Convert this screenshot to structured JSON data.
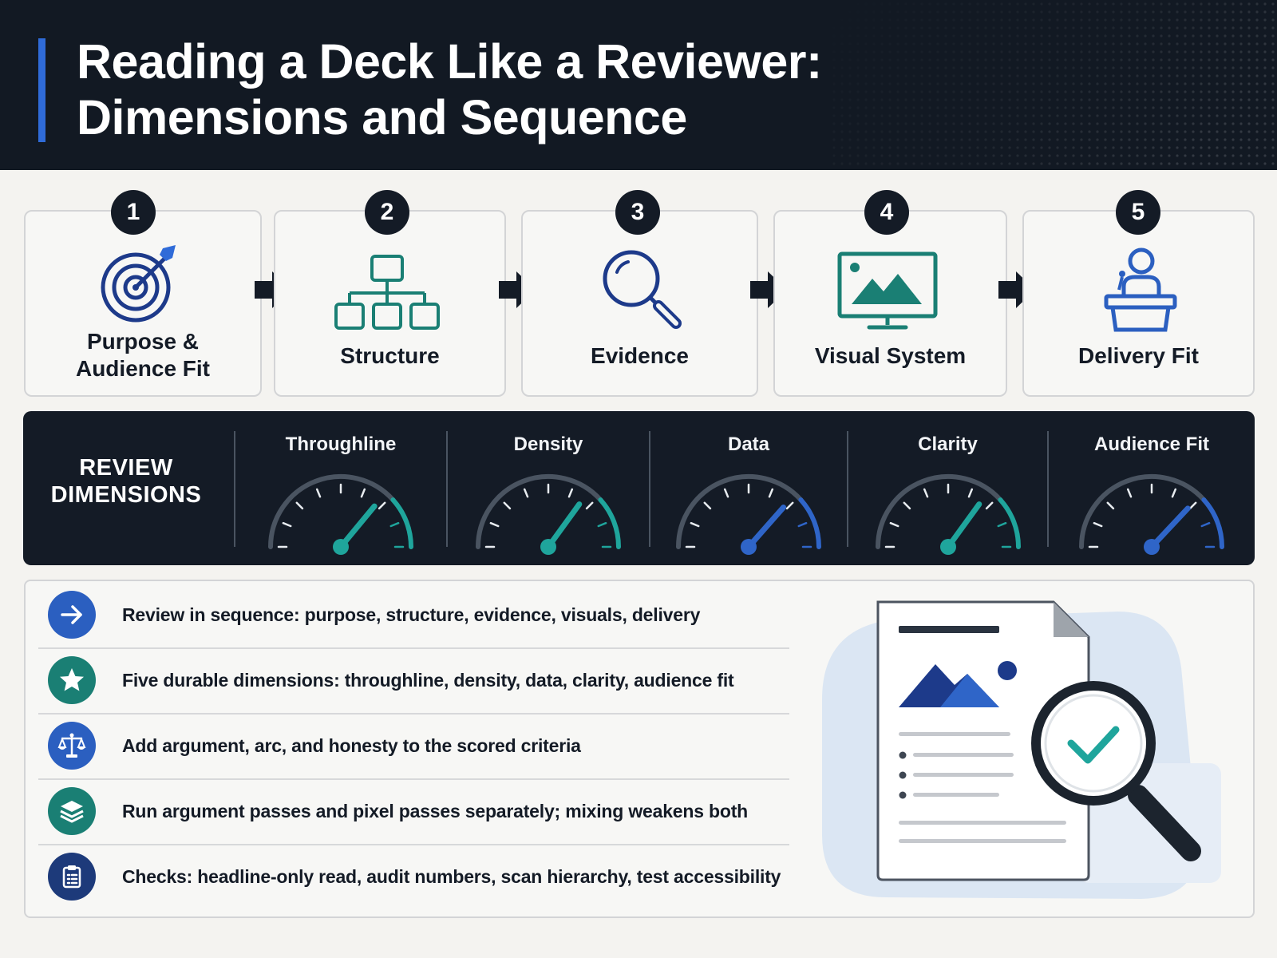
{
  "title": {
    "line1": "Reading a Deck Like a Reviewer:",
    "line2": "Dimensions and Sequence"
  },
  "steps": [
    {
      "number": "1",
      "label_line1": "Purpose &",
      "label_line2": "Audience Fit",
      "icon": "target-icon"
    },
    {
      "number": "2",
      "label": "Structure",
      "icon": "hierarchy-icon"
    },
    {
      "number": "3",
      "label": "Evidence",
      "icon": "magnifier-icon"
    },
    {
      "number": "4",
      "label": "Visual System",
      "icon": "monitor-image-icon"
    },
    {
      "number": "5",
      "label": "Delivery Fit",
      "icon": "podium-speaker-icon"
    }
  ],
  "dimensions": {
    "title_line1": "REVIEW",
    "title_line2": "DIMENSIONS",
    "gauges": [
      {
        "label": "Throughline",
        "level": 0.72,
        "color": "#1fa59c"
      },
      {
        "label": "Density",
        "level": 0.7,
        "color": "#1fa59c"
      },
      {
        "label": "Data",
        "level": 0.73,
        "color": "#2f65c8"
      },
      {
        "label": "Clarity",
        "level": 0.7,
        "color": "#1fa59c"
      },
      {
        "label": "Audience Fit",
        "level": 0.74,
        "color": "#2f65c8"
      }
    ]
  },
  "takeaways": [
    {
      "text": "Review in sequence: purpose, structure, evidence, visuals, delivery",
      "icon": "arrow-right-icon",
      "color": "#2b5fc0"
    },
    {
      "text": "Five durable dimensions: throughline, density, data, clarity, audience fit",
      "icon": "star-icon",
      "color": "#1a7f74"
    },
    {
      "text": "Add argument, arc, and honesty to the scored criteria",
      "icon": "scales-icon",
      "color": "#2b5fc0"
    },
    {
      "text": "Run argument passes and pixel passes separately; mixing weakens both",
      "icon": "layers-icon",
      "color": "#1a7f74"
    },
    {
      "text": "Checks: headline-only read, audit numbers, scan hierarchy, test accessibility",
      "icon": "clipboard-icon",
      "color": "#1d3a7a"
    }
  ],
  "colors": {
    "header_bg": "#121923",
    "accent_blue": "#2f6bd8",
    "navy": "#1d3a8a",
    "teal": "#1a7f74",
    "dark_panel": "#141b26"
  }
}
